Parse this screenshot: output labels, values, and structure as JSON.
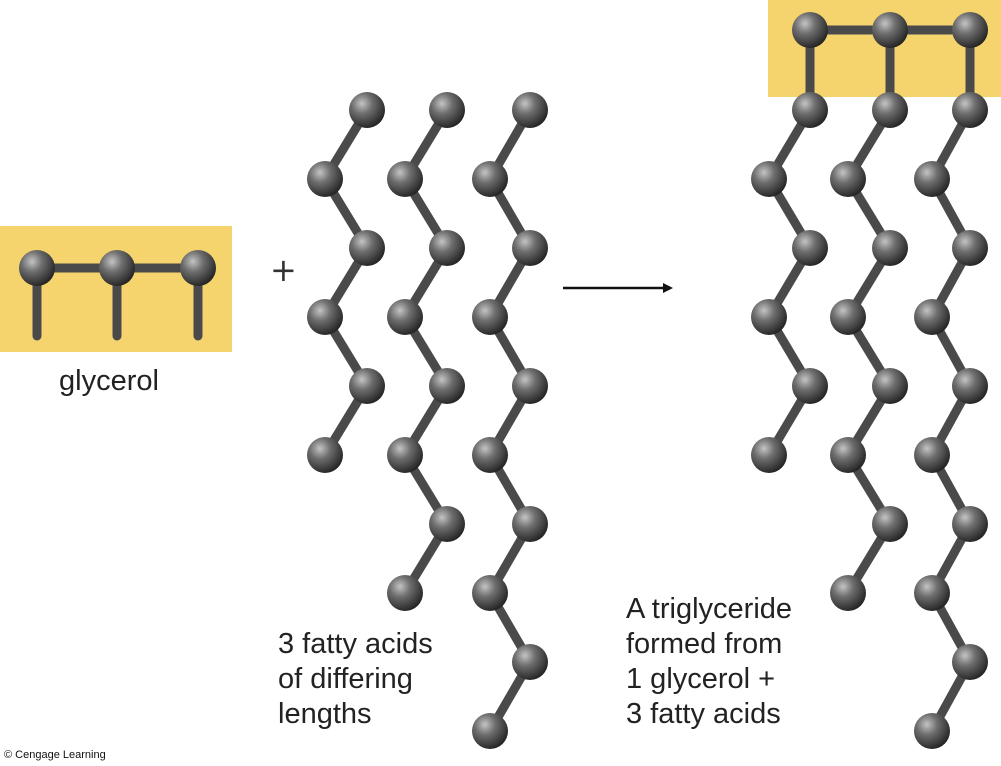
{
  "labels": {
    "glycerol": "glycerol",
    "plus": "+",
    "fatty_acids": [
      "3 fatty acids",
      "of differing",
      "lengths"
    ],
    "triglyceride": [
      "A triglyceride",
      "formed from",
      "1 glycerol +",
      "3 fatty acids"
    ],
    "credit": "© Cengage Learning"
  },
  "colors": {
    "highlight": "#f5d46e",
    "bond": "#4a4a4a",
    "atom": "#555555",
    "arrow": "#111111"
  }
}
